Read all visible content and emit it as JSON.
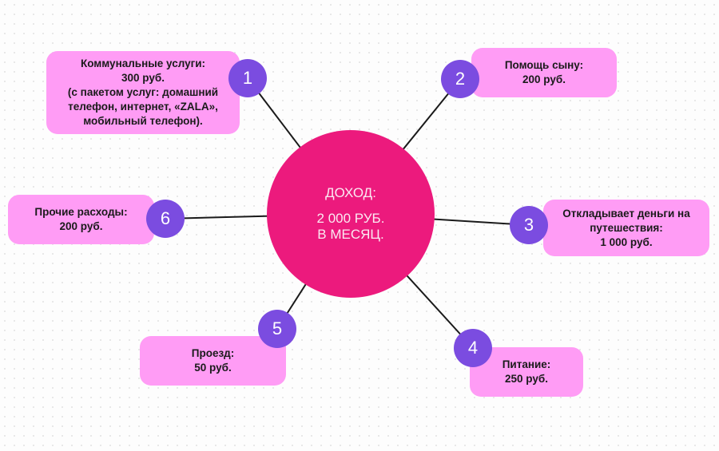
{
  "center": {
    "title": "ДОХОД:",
    "line1": "2 000 РУБ.",
    "line2": "В МЕСЯЦ."
  },
  "items": [
    {
      "number": "1",
      "lines": [
        "Коммунальные услуги:",
        "300 руб.",
        "(с пакетом услуг: домашний",
        "телефон, интернет, «ZALA»,",
        "мобильный телефон)."
      ]
    },
    {
      "number": "2",
      "lines": [
        "Помощь сыну:",
        "200 руб."
      ]
    },
    {
      "number": "3",
      "lines": [
        "Откладывает деньги на",
        "путешествия:",
        "1 000 руб."
      ]
    },
    {
      "number": "4",
      "lines": [
        "Питание:",
        "250 руб."
      ]
    },
    {
      "number": "5",
      "lines": [
        "Проезд:",
        "50 руб."
      ]
    },
    {
      "number": "6",
      "lines": [
        "Прочие расходы:",
        "200 руб."
      ]
    }
  ],
  "colors": {
    "center": "#ec1a7d",
    "box": "#ff9cf5",
    "badge": "#7b4ce0"
  }
}
